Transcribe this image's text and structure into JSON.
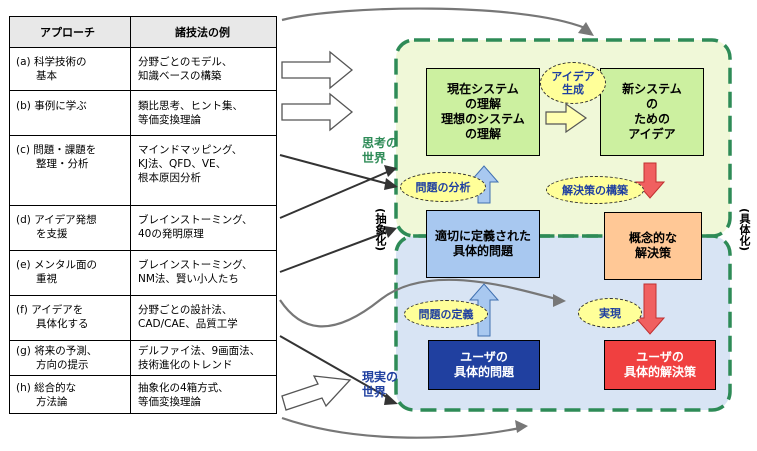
{
  "table": {
    "headers": [
      "アプローチ",
      "諸技法の例"
    ],
    "rows": [
      {
        "approach": [
          "(a) 科学技術の",
          "基本"
        ],
        "methods": [
          "分野ごとのモデル、",
          "知識ベースの構築"
        ]
      },
      {
        "approach": [
          "(b) 事例に学ぶ"
        ],
        "methods": [
          "類比思考、ヒント集、",
          "等価変換理論"
        ]
      },
      {
        "approach": [
          "(c) 問題・課題を",
          "整理・分析"
        ],
        "methods": [
          "マインドマッピング、",
          "KJ法、QFD、VE、",
          "根本原因分析"
        ]
      },
      {
        "approach": [
          "(d) アイデア発想",
          "を支援"
        ],
        "methods": [
          "ブレインストーミング、",
          "40の発明原理"
        ]
      },
      {
        "approach": [
          "(e) メンタル面の",
          "重視"
        ],
        "methods": [
          "ブレインストーミング、",
          "NM法、賢い小人たち"
        ]
      },
      {
        "approach": [
          "(f) アイデアを",
          "具体化する"
        ],
        "methods": [
          "分野ごとの設計法、",
          "CAD/CAE、品質工学"
        ]
      },
      {
        "approach": [
          "(g) 将来の予測、",
          "方向の提示"
        ],
        "methods": [
          "デルファイ法、9画面法、",
          "技術進化のトレンド"
        ]
      },
      {
        "approach": [
          "(h) 総合的な",
          "方法論"
        ],
        "methods": [
          "抽象化の4箱方式、",
          "等価変換理論"
        ]
      }
    ]
  },
  "diagram": {
    "thinking_world": [
      "思考の",
      "世界"
    ],
    "real_world": [
      "現実の",
      "世界"
    ],
    "abstraction": "(抽象化)",
    "concretization": "(具体化)",
    "box_current": [
      "現在システム",
      "の理解",
      "理想のシステム",
      "の理解"
    ],
    "box_new": [
      "新システム",
      "の",
      "ための",
      "アイデア"
    ],
    "box_defined": [
      "適切に定義された",
      "具体的問題"
    ],
    "box_concept": [
      "概念的な",
      "解決策"
    ],
    "box_user_problem": [
      "ユーザの",
      "具体的問題"
    ],
    "box_user_solution": [
      "ユーザの",
      "具体的解決策"
    ],
    "label_idea": [
      "アイデア",
      "生成"
    ],
    "label_analysis": "問題の分析",
    "label_construct": "解決策の構築",
    "label_define": "問題の定義",
    "label_realize": "実現"
  },
  "colors": {
    "thinking_bg": "#f0f8d8",
    "real_bg": "#d8e4f4",
    "green_border": "#2e8b57",
    "box_green": "#ccf0a0",
    "box_blue": "#a8c8f0",
    "box_orange": "#ffc896",
    "box_user_problem": "#2040a0",
    "box_user_solution": "#f04040",
    "ellipse": "#ffff99"
  }
}
